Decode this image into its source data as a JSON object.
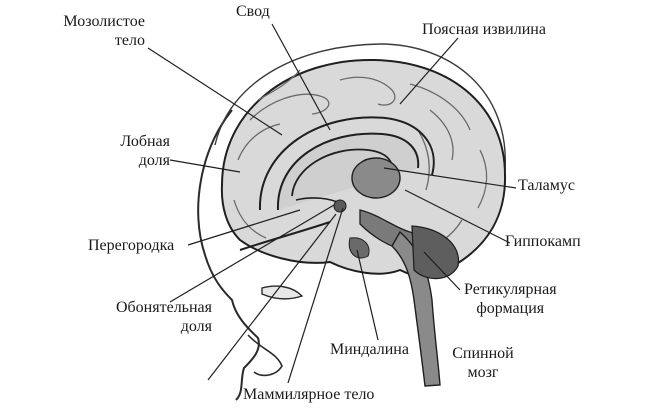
{
  "labels": {
    "corpus_callosum": [
      "Мозолистое",
      "тело"
    ],
    "fornix": "Свод",
    "cingulate_gyrus": "Поясная извилина",
    "frontal_lobe": [
      "Лобная",
      "доля"
    ],
    "thalamus": "Таламус",
    "septum": "Перегородка",
    "hippocampus": "Гиппокамп",
    "reticular_formation": [
      "Ретикулярная",
      "формация"
    ],
    "olfactory_lobe": [
      "Обонятельная",
      "доля"
    ],
    "amygdala": "Миндалина",
    "spinal_cord": [
      "Спинной",
      "мозг"
    ],
    "mammillary_body": "Маммилярное тело"
  },
  "colors": {
    "ink": "#1f1f1f",
    "shade": "#6a6a6a",
    "paper": "#ffffff"
  }
}
